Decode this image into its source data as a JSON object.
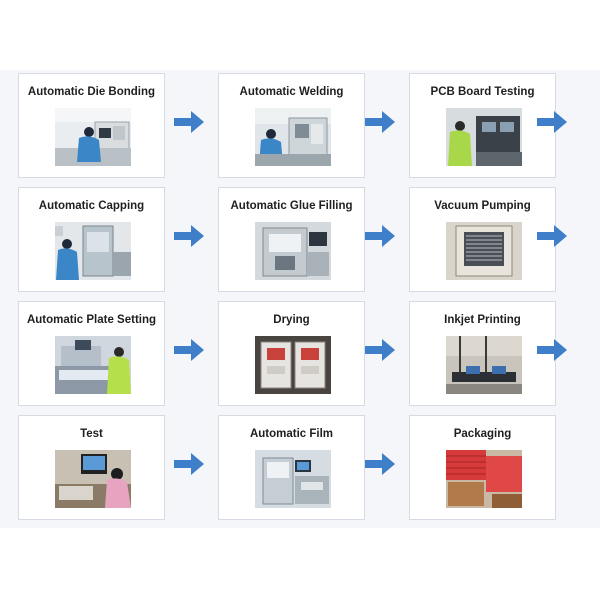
{
  "steps": [
    {
      "label": "Automatic Die Bonding"
    },
    {
      "label": "Automatic Welding"
    },
    {
      "label": "PCB Board Testing"
    },
    {
      "label": "Automatic Capping"
    },
    {
      "label": "Automatic Glue Filling"
    },
    {
      "label": "Vacuum Pumping"
    },
    {
      "label": "Automatic Plate Setting"
    },
    {
      "label": "Drying"
    },
    {
      "label": "Inkjet Printing"
    },
    {
      "label": "Test"
    },
    {
      "label": "Automatic Film"
    },
    {
      "label": "Packaging"
    }
  ],
  "colors": {
    "arrow": "#3f7ec8",
    "card_border": "#d6dbe3",
    "panel_background": "#f4f6f9"
  }
}
